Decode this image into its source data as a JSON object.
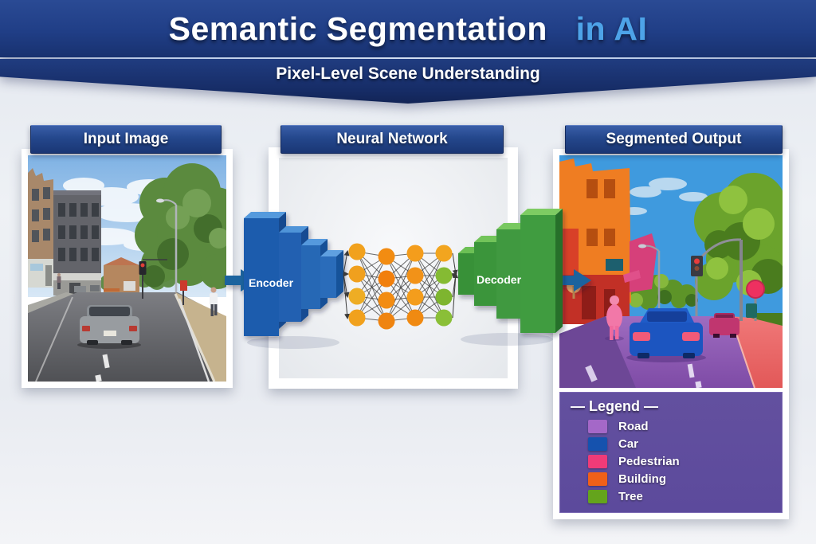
{
  "banner": {
    "title_main": "Semantic Segmentation",
    "title_accent": "in AI",
    "subtitle": "Pixel-Level Scene Understanding"
  },
  "panels": {
    "input": {
      "title": "Input Image"
    },
    "network": {
      "title": "Neural Network",
      "encoder_label": "Encoder",
      "decoder_label": "Decoder"
    },
    "output": {
      "title": "Segmented Output"
    }
  },
  "legend": {
    "title": "— Legend —",
    "items": [
      {
        "label": "Road",
        "color": "#a468c8"
      },
      {
        "label": "Car",
        "color": "#1552ae"
      },
      {
        "label": "Pedestrian",
        "color": "#f03b78"
      },
      {
        "label": "Building",
        "color": "#f06018"
      },
      {
        "label": "Tree",
        "color": "#64a41c"
      }
    ]
  },
  "colors": {
    "banner_navy": "#1d3a7e",
    "accent_light_blue": "#4da3e8",
    "header_bar": "#24478c",
    "encoder_blue": "#1e5cad",
    "decoder_green": "#3f9940",
    "node_orange": "#f29a18",
    "node_green": "#84ba32",
    "arrow_blue": "#1d639e",
    "legend_background": "#5f4da5"
  }
}
